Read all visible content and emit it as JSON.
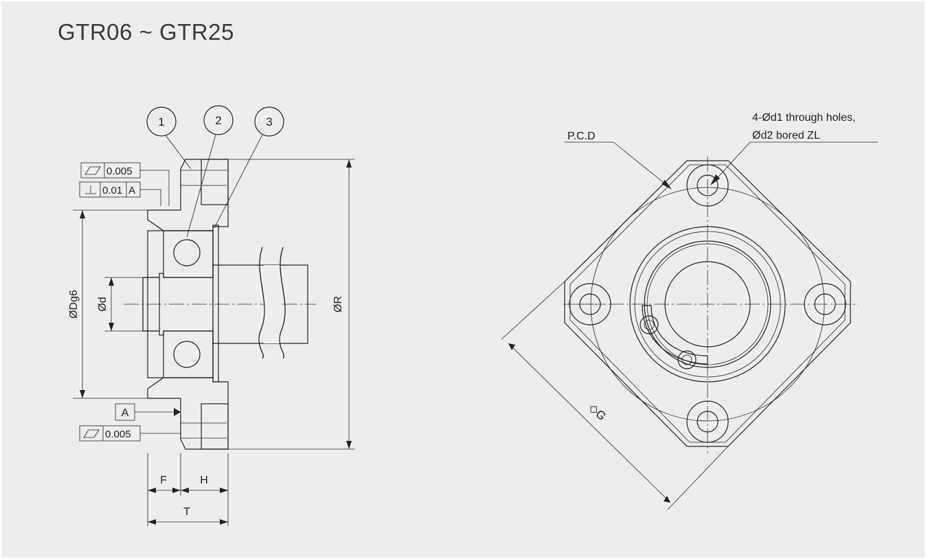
{
  "title": "GTR06 ~ GTR25",
  "balloons": [
    "1",
    "2",
    "3"
  ],
  "tolerances": {
    "parallel_top": "0.005",
    "perpendicular": "0.01",
    "perpendicular_datum": "A",
    "datum": "A",
    "parallel_bottom": "0.005"
  },
  "dimensions": {
    "Dg6": "ØDg6",
    "d": "Ød",
    "R": "ØR",
    "F": "F",
    "H": "H",
    "T": "T",
    "G": "◇G"
  },
  "labels": {
    "pcd": "P.C.D",
    "holes_line1": "4-Ød1 through holes,",
    "holes_line2": "Ød2 bored ZL"
  }
}
